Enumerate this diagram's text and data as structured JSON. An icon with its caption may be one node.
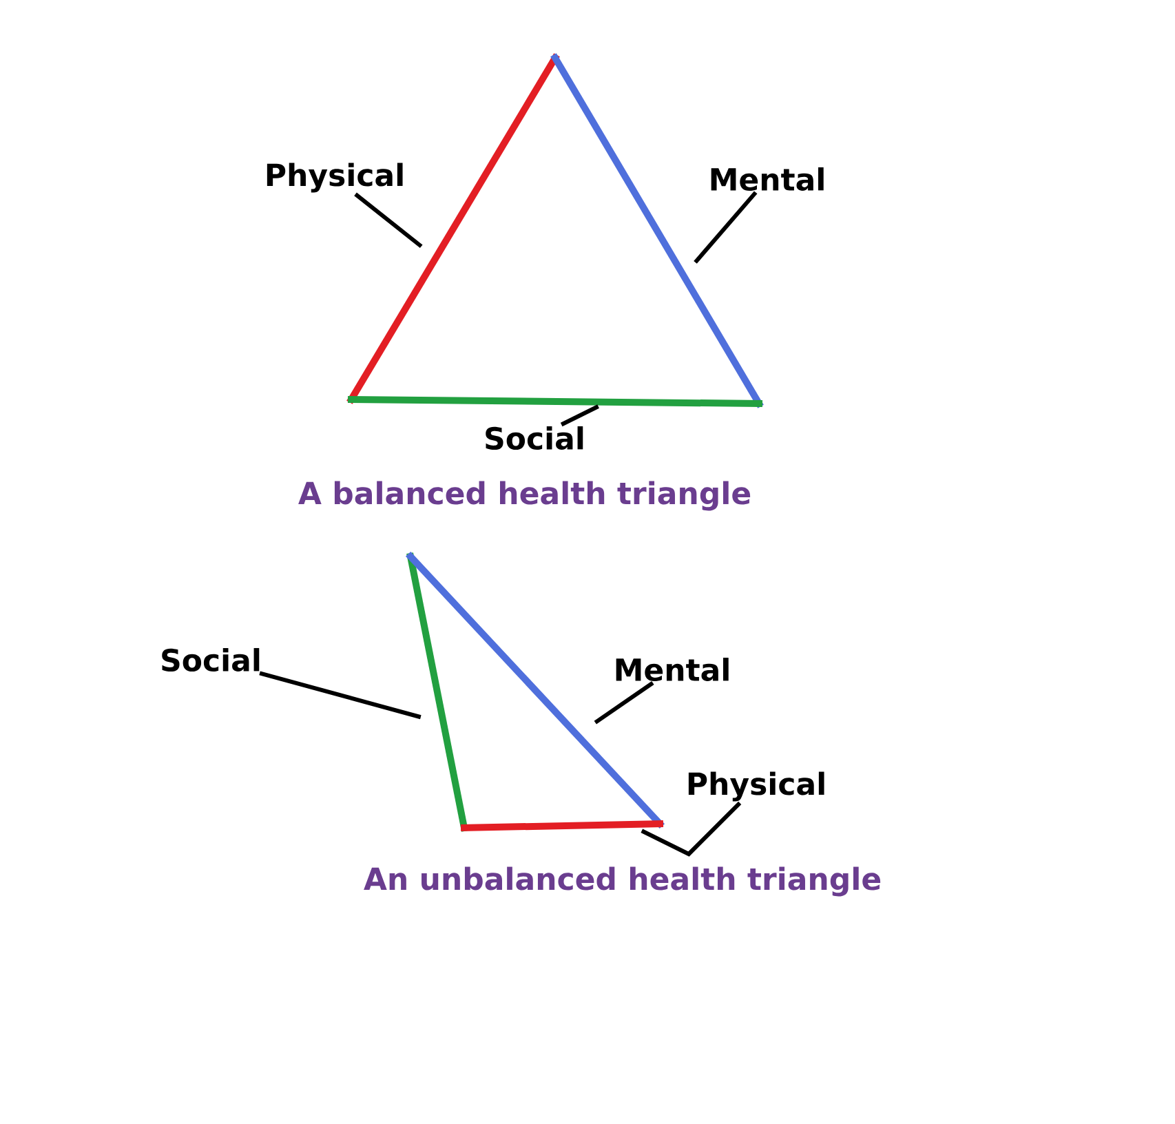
{
  "diagram": {
    "nodes": [
      {
        "text": [
          "Physical"
        ]
      },
      {
        "text": [
          "Mental"
        ]
      },
      {
        "text": [
          "Social"
        ]
      },
      {
        "text": [
          "Social"
        ]
      },
      {
        "text": [
          "Mental"
        ]
      },
      {
        "text": [
          "Physical"
        ]
      },
      {
        "text": [],
        "shape": "line"
      },
      {
        "text": [],
        "shape": "line"
      },
      {
        "text": [],
        "shape": "line"
      },
      {
        "text": [],
        "shape": "line"
      },
      {
        "text": [],
        "shape": "line"
      },
      {
        "text": [],
        "shape": "line"
      }
    ],
    "edges": [
      {
        "from": 0,
        "to": 6,
        "arrow": "none"
      },
      {
        "from": 1,
        "to": 7,
        "arrow": "none"
      },
      {
        "from": 2,
        "to": 8,
        "arrow": "none"
      },
      {
        "from": 3,
        "to": 9,
        "arrow": "none"
      },
      {
        "from": 4,
        "to": 10,
        "arrow": "none"
      },
      {
        "from": 5,
        "to": 11,
        "arrow": "none"
      }
    ],
    "labels": [
      "A balanced health triangle",
      "An unbalanced health triangle"
    ]
  }
}
